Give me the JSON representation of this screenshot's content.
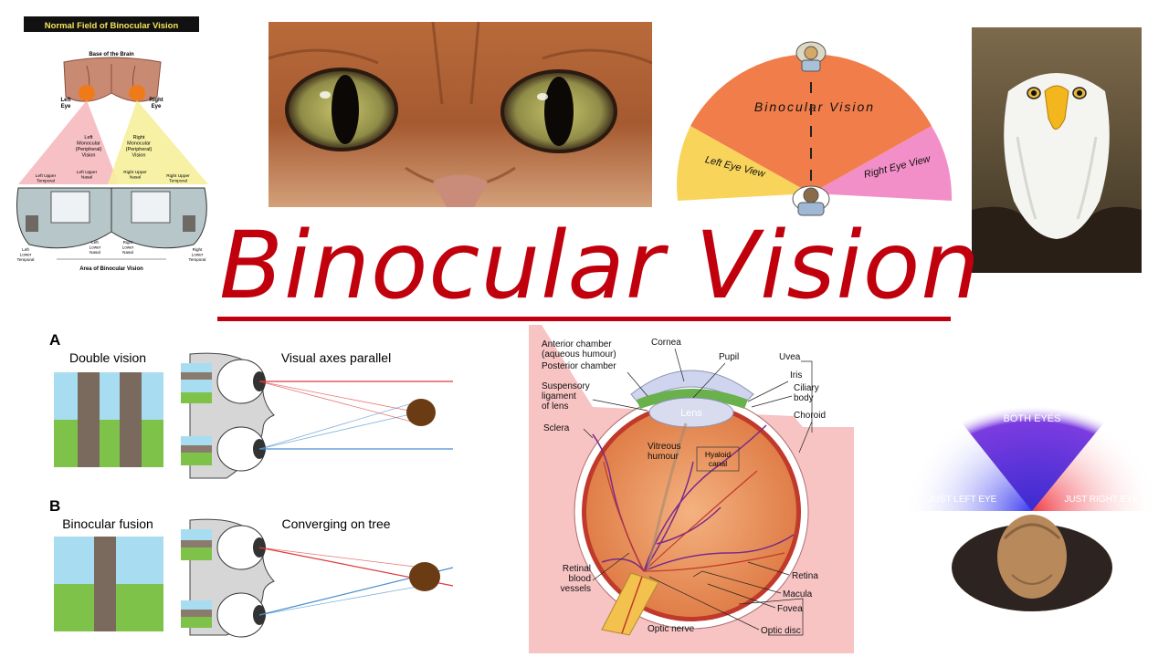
{
  "title": "Binocular Vision",
  "colors": {
    "title": "#c0000c",
    "orange": "#f07d4a",
    "yellow": "#f9d45b",
    "pink": "#f38fc8",
    "blue": "#3a3bf0",
    "purple": "#5a2ad8",
    "red": "#f03a45"
  },
  "field_chart": {
    "header": "Normal Field of Binocular Vision",
    "base_label": "Base of the Brain",
    "left_eye": "Left\nEye",
    "right_eye": "Right\nEye",
    "left_monocular": "Left\nMonocular\n(Peripheral)\nVision",
    "right_monocular": "Right\nMonocular\n(Peripheral)\nVision",
    "left_upper_temporal": "Left Upper\nTemporal",
    "left_upper_nasal": "Left Upper\nNasal",
    "right_upper_nasal": "Right Upper\nNasal",
    "right_upper_temporal": "Right Upper\nTemporal",
    "left_lower_temporal": "Left\nLower\nTemporal",
    "left_lower_nasal": "Left\nLower\nNasal",
    "right_lower_nasal": "Right\nLower\nNasal",
    "right_lower_temporal": "Right\nLower\nTemporal",
    "area_label": "Area of Binocular Vision"
  },
  "view_diagram": {
    "binocular": "Binocular  Vision",
    "left": "Left Eye View",
    "right": "Right Eye View"
  },
  "fusion_diagram": {
    "label_a": "A",
    "caption_a": "Double vision",
    "axes_a": "Visual axes parallel",
    "label_b": "B",
    "caption_b": "Binocular fusion",
    "axes_b": "Converging on tree"
  },
  "eye_anatomy": {
    "anterior": "Anterior chamber\n(aqueous humour)",
    "posterior": "Posterior chamber",
    "cornea": "Cornea",
    "pupil": "Pupil",
    "uvea": "Uvea",
    "iris": "Iris",
    "ciliary": "Ciliary\nbody",
    "choroid": "Choroid",
    "suspensory": "Suspensory\nligament\nof lens",
    "lens": "Lens",
    "sclera": "Sclera",
    "vitreous": "Vitreous\nhumour",
    "hyaloid": "Hyaloid\ncanal",
    "retinal_vessels": "Retinal\nblood\nvessels",
    "retina": "Retina",
    "macula": "Macula",
    "fovea": "Fovea",
    "optic_nerve": "Optic nerve",
    "optic_disc": "Optic disc"
  },
  "fan_diagram": {
    "both": "BOTH EYES",
    "left": "JUST LEFT EYE",
    "right": "JUST RIGHT EYE"
  }
}
